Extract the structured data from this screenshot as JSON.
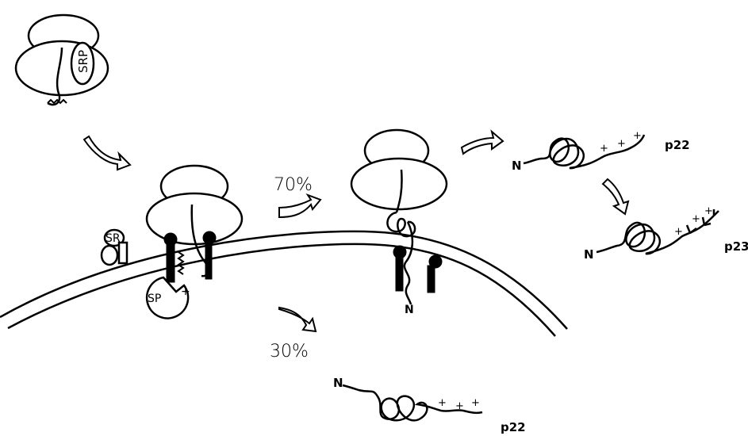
{
  "labels": {
    "srp": "SRP",
    "sr": "SR",
    "sp": "SP",
    "pct_70": "70%",
    "pct_30": "30%",
    "n_membrane": "N",
    "n_top": "N",
    "n_mid": "N",
    "n_bottom": "N",
    "p22_top": "p22",
    "p23": "p23",
    "p22_bottom": "p22"
  },
  "charges": {
    "top": [
      "+",
      "+",
      "+"
    ],
    "mid": [
      "+",
      "+",
      "+"
    ],
    "bottom": [
      "+",
      "+",
      "+"
    ],
    "sp_cleavage": "+"
  },
  "colors": {
    "line": "#000000",
    "background": "#ffffff"
  }
}
